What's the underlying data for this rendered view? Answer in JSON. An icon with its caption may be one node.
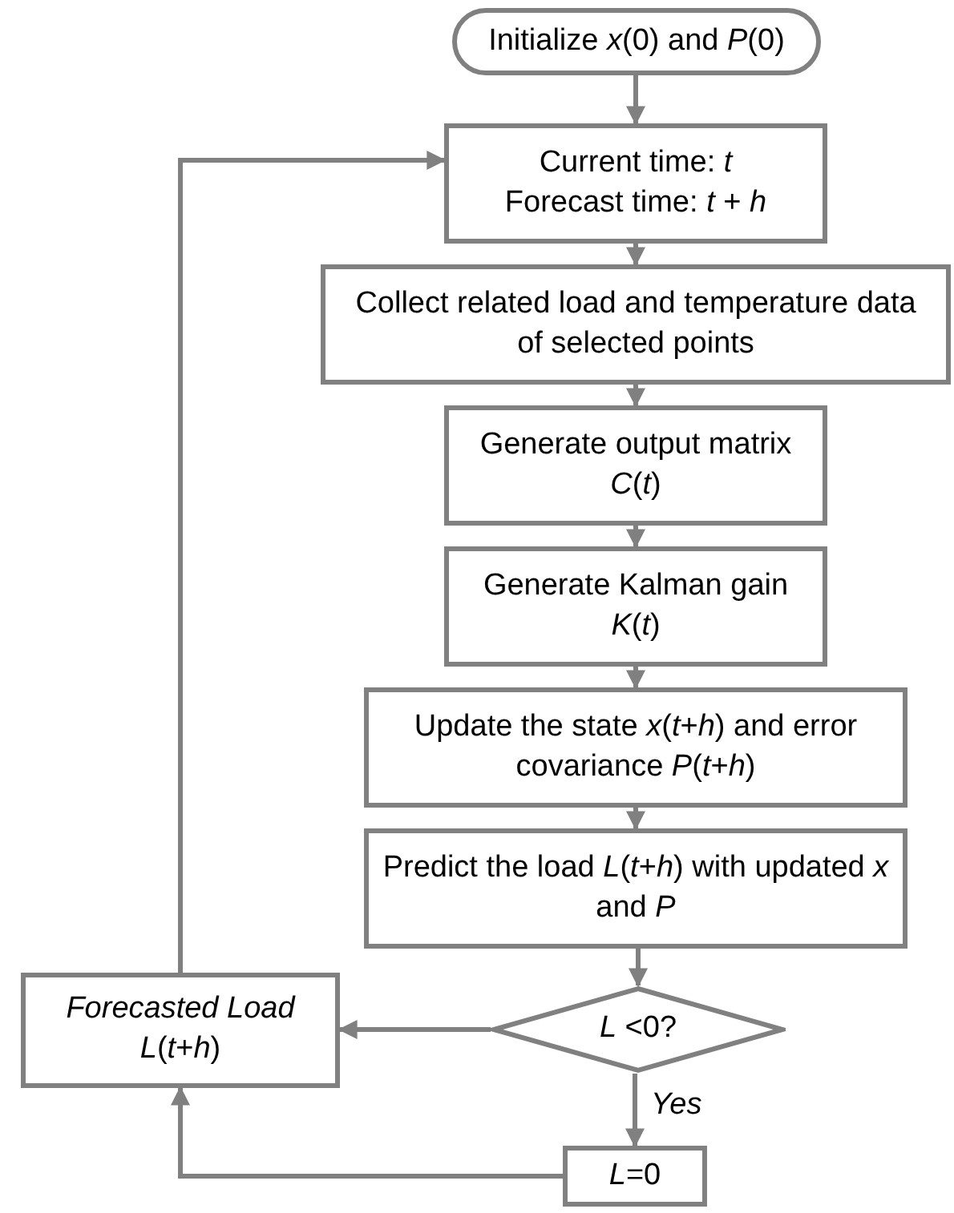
{
  "diagram": {
    "nodes": [
      {
        "text": [
          "Initialize *x*(0) and *P*(0)"
        ]
      },
      {
        "text": [
          "Current time: *t*",
          "Forecast time: *t* + *h*"
        ]
      },
      {
        "text": [
          "Collect related load and temperature data of selected points"
        ]
      },
      {
        "text": [
          "Generate output matrix *C*(*t*)"
        ]
      },
      {
        "text": [
          "Generate Kalman gain *K*(*t*)"
        ]
      },
      {
        "text": [
          "Update the state *x*(*t*+*h*) and error covariance *P*(*t*+*h*)"
        ]
      },
      {
        "text": [
          "Predict the load *L*(*t*+*h*) with updated *x* and *P*"
        ]
      },
      {
        "text": [
          "*L* <0?"
        ]
      },
      {
        "text": [
          "Forecasted Load",
          "*L*(*t*+*h*)"
        ]
      },
      {
        "text": [
          "*L*=0"
        ]
      }
    ],
    "edges": [
      {
        "from": 0,
        "to": 1,
        "arrow": "to"
      },
      {
        "from": 1,
        "to": 2,
        "arrow": "to"
      },
      {
        "from": 2,
        "to": 3,
        "arrow": "to"
      },
      {
        "from": 3,
        "to": 4,
        "arrow": "to"
      },
      {
        "from": 4,
        "to": 5,
        "arrow": "to"
      },
      {
        "from": 5,
        "to": 6,
        "arrow": "to"
      },
      {
        "from": 6,
        "to": 7,
        "arrow": "to"
      },
      {
        "from": 7,
        "to": 8,
        "arrow": "to"
      },
      {
        "from": 7,
        "to": 9,
        "arrow": "to",
        "label": "Yes"
      },
      {
        "from": 9,
        "to": 8,
        "arrow": "to"
      },
      {
        "from": 8,
        "to": 1,
        "arrow": "to"
      }
    ]
  }
}
